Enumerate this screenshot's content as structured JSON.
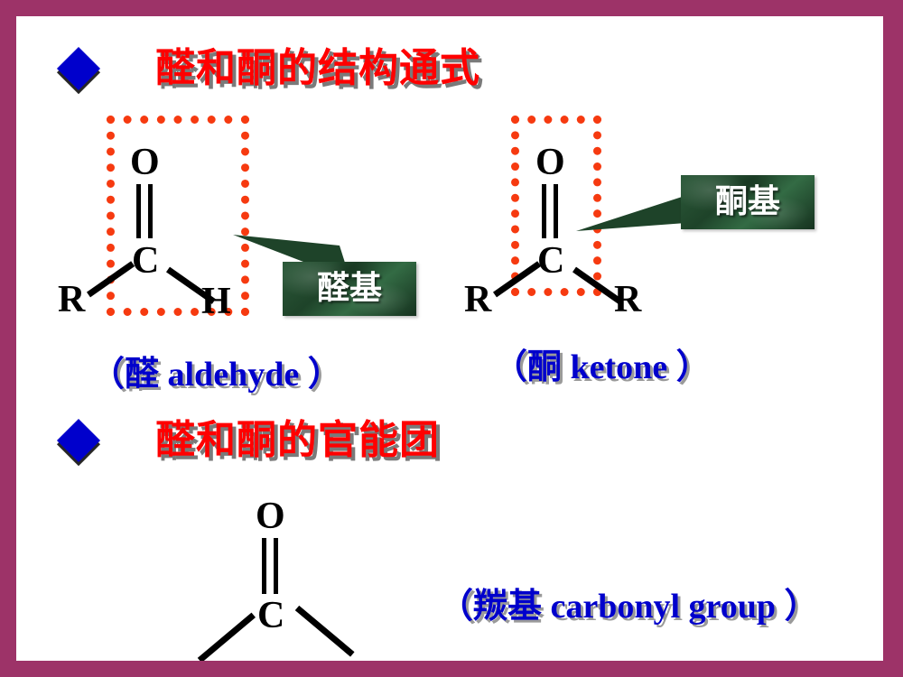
{
  "slide": {
    "frame_color": "#9D3368",
    "background_color": "#FFFFFF"
  },
  "headings": [
    {
      "bullet": "blue-diamond-bullet",
      "text": "醛和酮的结构通式",
      "color": "#FF0000"
    },
    {
      "bullet": "blue-diamond-bullet",
      "text": "醛和酮的官能团",
      "color": "#FF0000"
    }
  ],
  "structures": {
    "aldehyde": {
      "oxygen": "O",
      "carbon": "C",
      "left_substituent": "R",
      "right_substituent": "H",
      "highlight_color": "#F63A10",
      "callout": {
        "text": "醛基",
        "background_color": "#1E4329"
      },
      "caption": "（醛  aldehyde ）"
    },
    "ketone": {
      "oxygen": "O",
      "carbon": "C",
      "left_substituent": "R",
      "right_substituent": "R",
      "highlight_color": "#F63A10",
      "callout": {
        "text": "酮基",
        "background_color": "#1E4329"
      },
      "caption": "（酮  ketone ）"
    },
    "carbonyl": {
      "oxygen": "O",
      "carbon": "C",
      "caption": "（羰基  carbonyl group ）"
    }
  }
}
